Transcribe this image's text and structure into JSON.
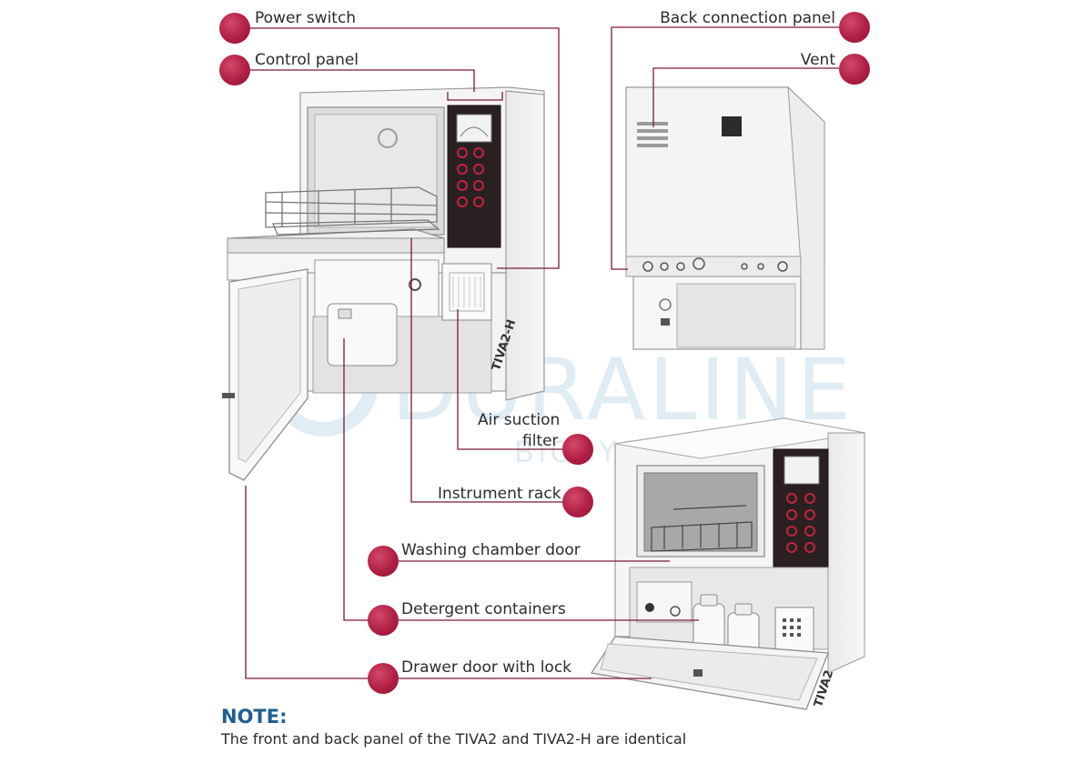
{
  "watermark": {
    "brand": "DURALINE",
    "sub": "BIOSYSTEMS INC"
  },
  "models": {
    "tall": "TIVA2-H",
    "compact": "TIVA2"
  },
  "callouts": {
    "power_switch": "Power switch",
    "control_panel": "Control panel",
    "back_connection_panel": "Back connection panel",
    "vent": "Vent",
    "air_suction_filter_line1": "Air suction",
    "air_suction_filter_line2": "filter",
    "instrument_rack": "Instrument rack",
    "washing_chamber_door": "Washing chamber door",
    "detergent_containers": "Detergent containers",
    "drawer_door_with_lock": "Drawer door with lock"
  },
  "note": {
    "title": "NOTE:",
    "text": "The front and back panel of the TIVA2 and TIVA2-H are identical"
  },
  "colors": {
    "accent": "#b01f44",
    "line": "#7a1a33",
    "note_title": "#1e5f91",
    "panel_dark": "#2a2022",
    "panel_button": "#c0253f"
  }
}
